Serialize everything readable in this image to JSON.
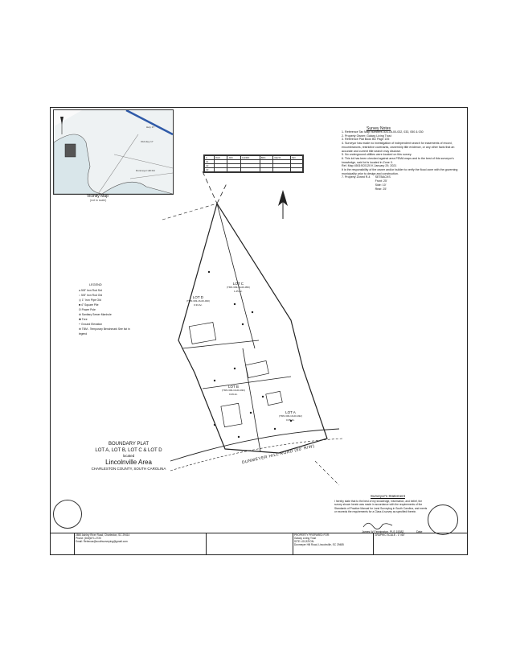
{
  "vicinity_map": {
    "label": "Vicinity Map",
    "sublabel": "(not to scale)"
  },
  "survey_notes": {
    "title": "Survey Notes",
    "items": [
      "1. Reference Tax Map Numbers 303-16-00-032, 033, 050 & 030",
      "2. Property Owner: Galaxy Living Trust",
      "3. Reference Plat Book BD Page 105",
      "4. Surveyor has made no investigation of independent search for easements of record, encumbrances, restrictive covenants, ownership title evidence, or any other facts that an accurate and current title search may disclose.",
      "5. No underground utilities were located on this survey.",
      "6. This lot has been checked against area FEMA maps and to the best of this surveyor's knowledge, said lot is located in Zone X.",
      "Ref. Map 45019C0120 K January 29, 2021",
      "It is the responsibility of the owner and/or builder to verify the flood zone with the governing municipality prior to design and construction.",
      "7. Property Zoned R-4"
    ],
    "setbacks": [
      "SETBACKS",
      "Front: 25'",
      "Side: 10'",
      "Rear: 25'"
    ]
  },
  "legend": {
    "title": "LEGEND",
    "items": [
      "5/8\" Iron Rod Set",
      "5/8\" Iron Rod Old",
      "1\" Iron Pipe Old",
      "4\" Square Pile",
      "Power Pole",
      "Sanitary Sewer Manhole",
      "Tree",
      "Ground Elevation",
      "TBM - Temporary Benchmark See list in legend"
    ]
  },
  "plat_title": {
    "line1": "BOUNDARY PLAT",
    "line2": "LOT A, LOT B, LOT C & LOT D",
    "line3": "located",
    "line4": "Lincolnville Area",
    "line5": "CHARLESTON COUNTY, SOUTH CAROLINA"
  },
  "lots": {
    "lot_a": {
      "name": "LOT A",
      "tms": "(TMS 303-16-00-032)",
      "area": "0.35 Ac."
    },
    "lot_b": {
      "name": "LOT B",
      "tms": "(TMS 303-16-00-033)",
      "area": "0.29 Ac."
    },
    "lot_c": {
      "name": "LOT C",
      "tms": "(TMS 303-16-00-050)",
      "area": "1.25 Ac."
    },
    "lot_d": {
      "name": "LOT D",
      "tms": "(TMS 303-16-00-030)",
      "area": "0.33 Ac."
    }
  },
  "road": {
    "label": "DUNMEYER HILL ROAD  (60' R/W)"
  },
  "statement": {
    "title": "Surveyor's Statement",
    "body": "I hereby state that to the best of my knowledge, information, and belief, the survey shown herein was made in accordance with the requirements of the Standards of Practice Manual for Land Surveying in South Carolina, and meets or exceeds the requirements for a Class A survey as specified therein.",
    "signer": "James W Fennington, PLS 15382",
    "date_label": "Date"
  },
  "title_block": {
    "company": "2850 Ashley River Road, Charleston, SC 29414",
    "phone": "Phone: (843)571-2720",
    "email": "Email: Rebecca@southsurveying@gmail.com",
    "prepared_for": "PROPERTY PREPARED FOR:",
    "client": "Galaxy Living Trust",
    "location_label": "SITE LOCATION:",
    "location": "Dunmeyer Hill Road, Lincolnville, SC 29485",
    "scale": "GRAPHIC SCALE - 1\"=60'"
  },
  "colors": {
    "line": "#222222",
    "water": "#d9e6ea",
    "accent_blue": "#2f5aa8"
  }
}
